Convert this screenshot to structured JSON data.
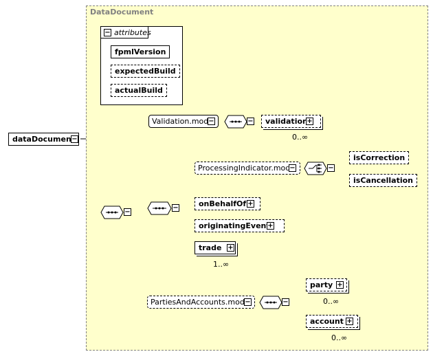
{
  "container": {
    "title": "DataDocument"
  },
  "attributes": {
    "title": "attributes",
    "items": [
      "fpmlVersion",
      "expectedBuild",
      "actualBuild"
    ]
  },
  "root": {
    "label": "dataDocument"
  },
  "nodes": {
    "validation_model": "Validation.model",
    "validation": "validation",
    "validation_occ": "0..∞",
    "processing_model": "ProcessingIndicator.model",
    "is_correction": "isCorrection",
    "is_cancellation": "isCancellation",
    "on_behalf_of": "onBehalfOf",
    "originating_event": "originatingEvent",
    "trade": "trade",
    "trade_occ": "1..∞",
    "parties_model": "PartiesAndAccounts.model",
    "party": "party",
    "party_occ": "0..∞",
    "account": "account",
    "account_occ": "0..∞"
  },
  "toggles": {
    "minus": "−",
    "plus": "+"
  }
}
